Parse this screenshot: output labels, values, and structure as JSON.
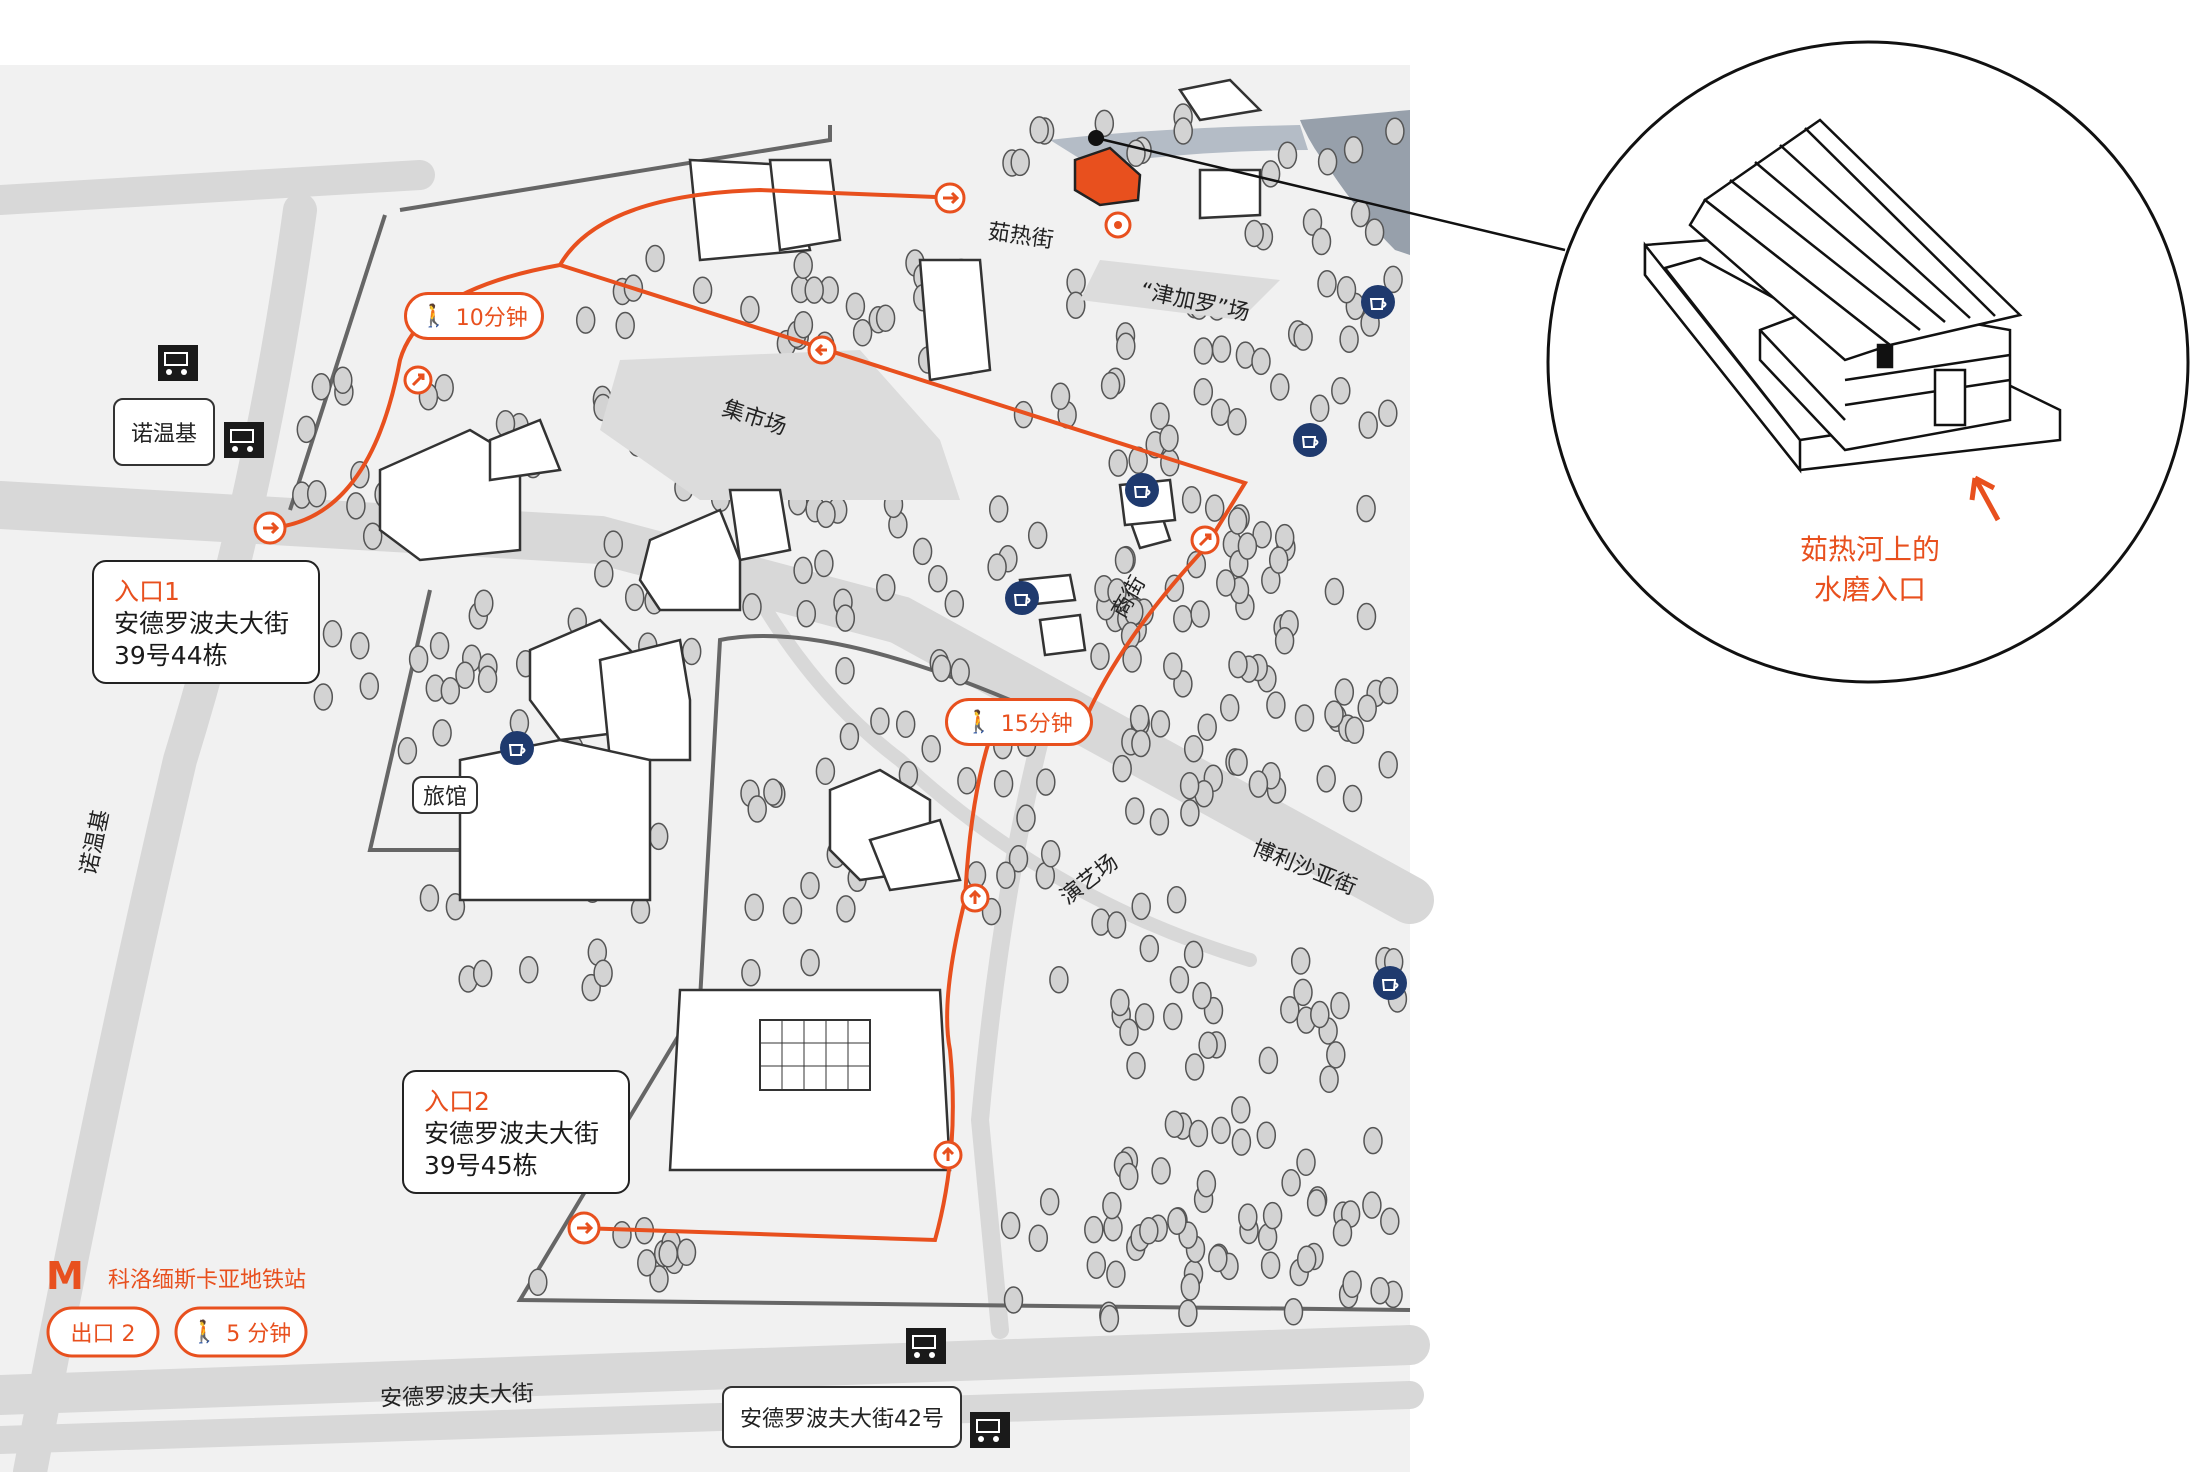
{
  "colors": {
    "accent": "#e8501e",
    "navy": "#1f3a6e",
    "road": "#d8d8d8",
    "water": "#97a0ab"
  },
  "entrance1": {
    "title": "入口1",
    "line1": "安德罗波夫大街",
    "line2": "39号44栋"
  },
  "entrance2": {
    "title": "入口2",
    "line1": "安德罗波夫大街",
    "line2": "39号45栋"
  },
  "walk_10": "10分钟",
  "walk_15": "15分钟",
  "labels": {
    "market": "集市场",
    "zhuzha_street": "茹热街",
    "zhangar_square": "“津加罗”场",
    "trade_street": "商街",
    "performance_square": "演艺场",
    "borisova_street": "博利沙亚街",
    "hotel": "旅馆",
    "nuowenji_box": "诺温基",
    "nuowenji_road": "诺温基",
    "andropov_ave": "安德罗波夫大街",
    "bus_stop_42": "安德罗波夫大街42号"
  },
  "metro": {
    "logo": "M",
    "station": "科洛缅斯卡亚地铁站",
    "exit": "出口 2",
    "walk": "5 分钟"
  },
  "zoom_caption": {
    "line1": "茹热河上的",
    "line2": "水磨入口"
  },
  "icons": [
    "cafe-icon",
    "bus-icon",
    "walk-icon",
    "arrow-icon",
    "mill-icon"
  ]
}
